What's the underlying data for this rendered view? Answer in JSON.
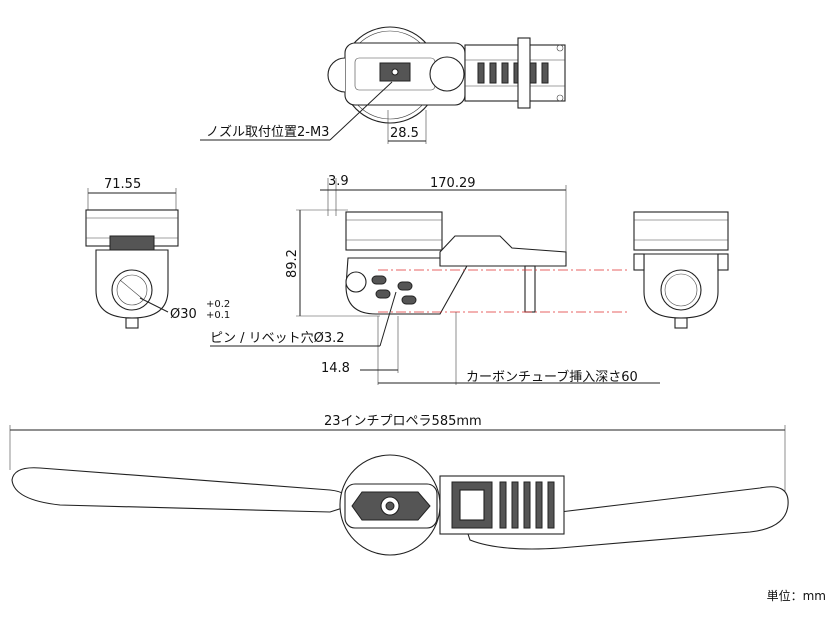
{
  "labels": {
    "nozzle_mount": "ノズル取付位置2-M3",
    "dim_28_5": "28.5",
    "dim_71_55": "71.55",
    "dim_3_9": "3.9",
    "dim_170_29": "170.29",
    "dim_89_2": "89.2",
    "dim_30": "Ø30",
    "tol_plus": "+0.2",
    "tol_minus": "+0.1",
    "pin_hole": "ピン / リベット穴Ø3.2",
    "dim_14_8": "14.8",
    "tube_depth": "カーボンチューブ挿入深さ60",
    "propeller": "23インチプロペラ585mm",
    "unit": "単位：mm"
  }
}
